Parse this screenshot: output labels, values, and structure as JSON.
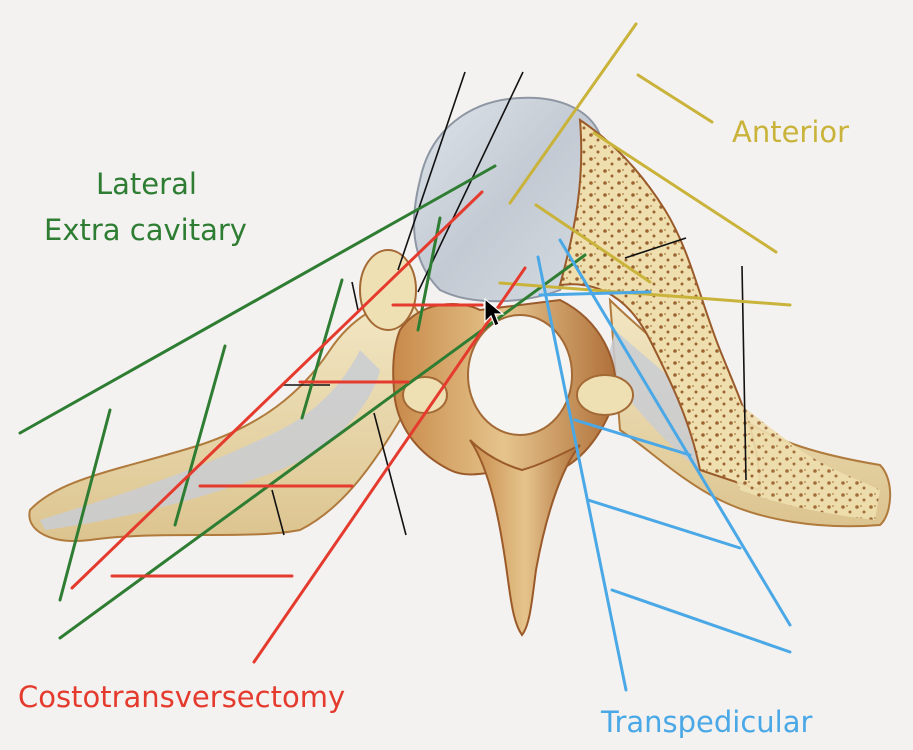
{
  "labels": {
    "lateral_line1": "Lateral",
    "lateral_line2": "Extra cavitary",
    "anterior": "Anterior",
    "costotransversectomy": "Costotransversectomy",
    "transpedicular": "Transpedicular"
  },
  "colors": {
    "background": "#f3f2f0",
    "lateral": "#2e7d32",
    "anterior": "#c9b33a",
    "costotransversectomy": "#e53b2e",
    "transpedicular": "#4aa8e6",
    "black_lines": "#111111",
    "bone": "#ebdcae",
    "bone_shadow": "#b77a3c",
    "cortical_edge": "#9a5a2a",
    "vertebral_body": "#c7ced6",
    "marrow_dots": "#8b5a2b"
  },
  "icons": {
    "pointer": "mouse-pointer-icon"
  }
}
